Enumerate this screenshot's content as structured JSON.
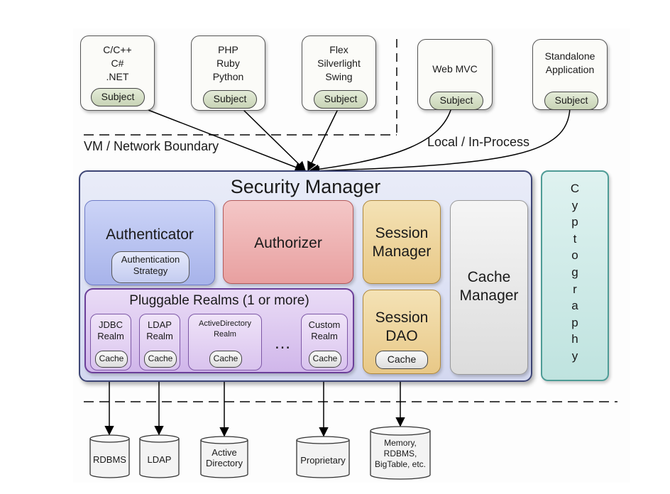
{
  "clients": [
    {
      "name": "C/C++\nC#\n.NET",
      "subject": "Subject"
    },
    {
      "name": "PHP\nRuby\nPython",
      "subject": "Subject"
    },
    {
      "name": "Flex\nSilverlight\nSwing",
      "subject": "Subject"
    },
    {
      "name": "Web MVC",
      "subject": "Subject"
    },
    {
      "name": "Standalone\nApplication",
      "subject": "Subject"
    }
  ],
  "boundaries": {
    "vm_network": "VM / Network Boundary",
    "local_in_process": "Local / In-Process"
  },
  "security_manager": {
    "title": "Security Manager",
    "authenticator": {
      "label": "Authenticator",
      "strategy": "Authentication\nStrategy"
    },
    "authorizer": "Authorizer",
    "session_manager": "Session\nManager",
    "session_dao": {
      "label": "Session\nDAO",
      "cache": "Cache"
    },
    "cache_manager": "Cache\nManager",
    "pluggable_realms": {
      "title": "Pluggable Realms (1 or more)",
      "ellipsis": "…",
      "realms": [
        {
          "name": "JDBC\nRealm",
          "cache": "Cache"
        },
        {
          "name": "LDAP\nRealm",
          "cache": "Cache"
        },
        {
          "name": "ActiveDirectory\nRealm",
          "cache": "Cache"
        },
        {
          "name": "Custom\nRealm",
          "cache": "Cache"
        }
      ]
    }
  },
  "cryptography": "C\ny\np\nt\no\ng\nr\na\np\nh\ny",
  "datastores": [
    {
      "name": "RDBMS"
    },
    {
      "name": "LDAP"
    },
    {
      "name": "Active\nDirectory"
    },
    {
      "name": "Proprietary"
    },
    {
      "name": "Memory,\nRDBMS,\nBigTable, etc."
    }
  ]
}
